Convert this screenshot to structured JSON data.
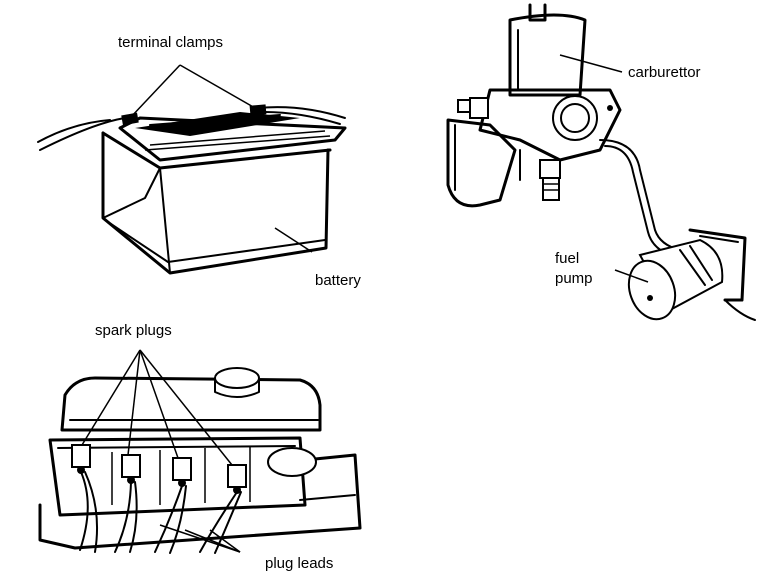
{
  "labels": {
    "terminal_clamps": "terminal clamps",
    "battery": "battery",
    "carburettor": "carburettor",
    "fuel_pump_line1": "fuel",
    "fuel_pump_line2": "pump",
    "spark_plugs": "spark plugs",
    "plug_leads": "plug leads"
  }
}
